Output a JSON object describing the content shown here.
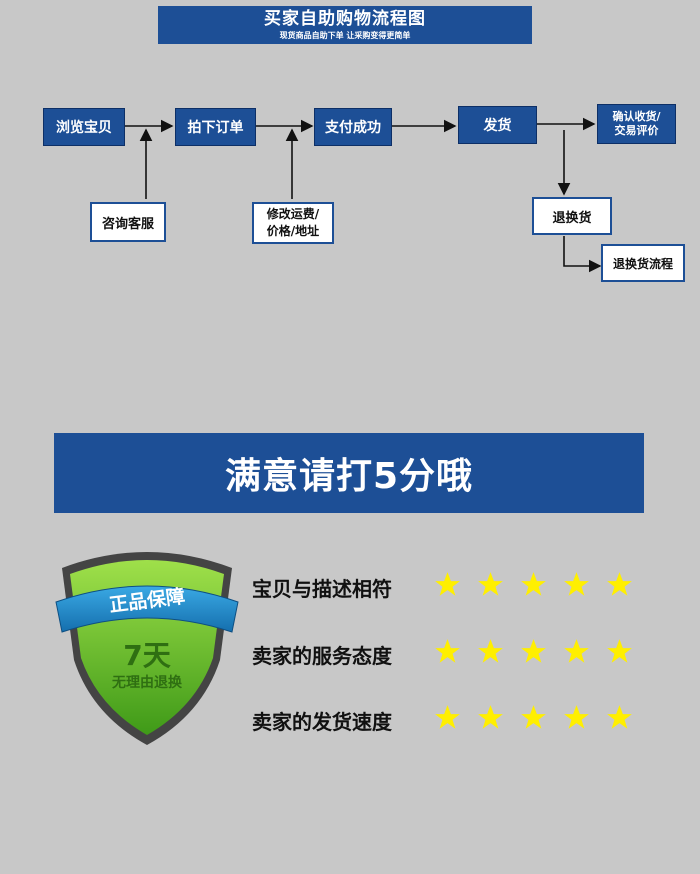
{
  "header": {
    "title": "买家自助购物流程图",
    "subtitle": "现货商品自助下单 让采购变得更简单"
  },
  "flow": {
    "steps": [
      "浏览宝贝",
      "拍下订单",
      "支付成功",
      "发货",
      "确认收货/\n交易评价"
    ],
    "consult": "咨询客服",
    "modify_line1": "修改运费/",
    "modify_line2": "价格/地址",
    "return": "退换货",
    "return_flow": "退换货流程"
  },
  "banner": {
    "text": "满意请打5分哦"
  },
  "badge": {
    "ribbon": "正品保障",
    "days": "7天",
    "caption": "无理由退换"
  },
  "ratings": [
    {
      "label": "宝贝与描述相符",
      "stars": 5
    },
    {
      "label": "卖家的服务态度",
      "stars": 5
    },
    {
      "label": "卖家的发货速度",
      "stars": 5
    }
  ],
  "colors": {
    "primary": "#1d4f96",
    "background": "#c8c8c8",
    "star": "#ffef00",
    "badge_green": "#6cc12b",
    "badge_blue": "#1f8cc9"
  }
}
